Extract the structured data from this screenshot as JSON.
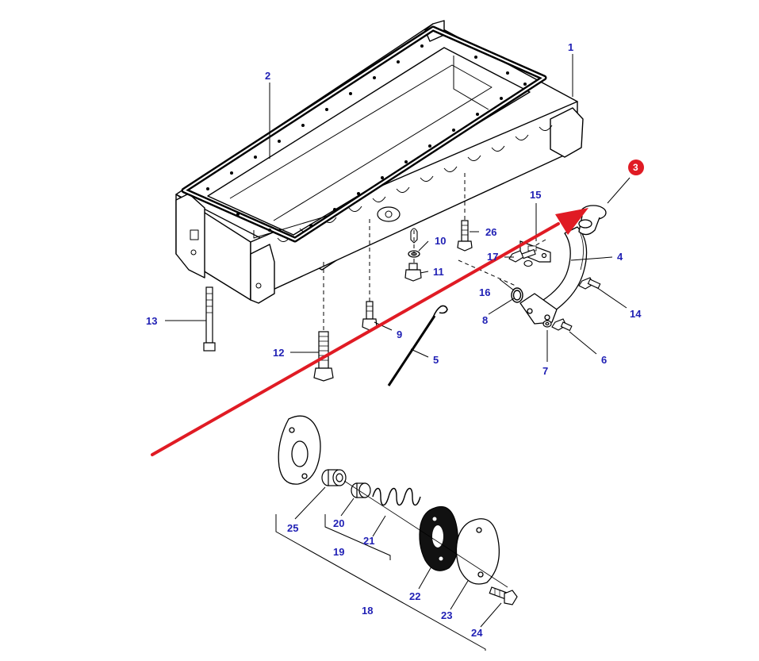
{
  "diagram": {
    "colors": {
      "line": "#000000",
      "label": "#1f1fb4",
      "callout": "#e01b24",
      "badge_text": "#ffffff"
    },
    "highlighted_part": "3",
    "labels": {
      "p1": "1",
      "p2": "2",
      "p3": "3",
      "p4": "4",
      "p5": "5",
      "p6": "6",
      "p7": "7",
      "p8": "8",
      "p9": "9",
      "p10": "10",
      "p11": "11",
      "p12": "12",
      "p13": "13",
      "p14": "14",
      "p15": "15",
      "p16": "16",
      "p17": "17",
      "p18": "18",
      "p19": "19",
      "p20": "20",
      "p21": "21",
      "p22": "22",
      "p23": "23",
      "p24": "24",
      "p25": "25",
      "p26": "26"
    }
  }
}
